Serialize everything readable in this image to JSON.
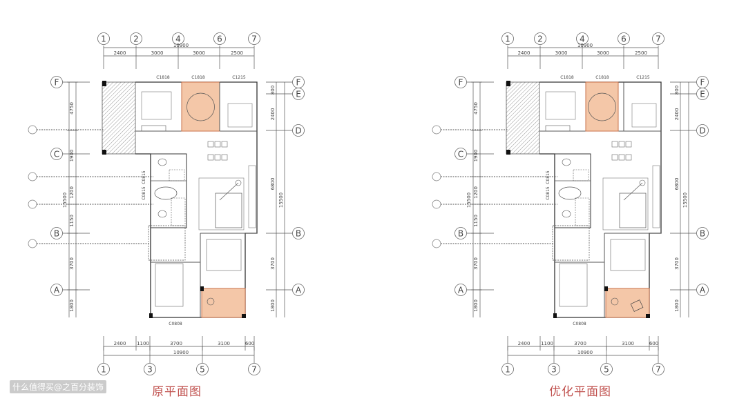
{
  "watermark": "什么值得买@之百分装饰",
  "colors": {
    "highlight": "#f4c7a8",
    "highlight_stroke": "#c8704a",
    "line": "#555555",
    "title": "#c0504d"
  },
  "grid": {
    "top_axes": [
      "1",
      "2",
      "4",
      "6",
      "7"
    ],
    "top_total": "10900",
    "top_segments": [
      "2400",
      "3000",
      "3000",
      "2500"
    ],
    "bottom_axes": [
      "1",
      "3",
      "5",
      "7"
    ],
    "bottom_total": "10900",
    "bottom_segments": [
      "2400",
      "1100",
      "3700",
      "3100",
      "600"
    ],
    "left_rows": [
      "F",
      "C",
      "B",
      "A"
    ],
    "right_rows": [
      "F",
      "E",
      "D",
      "B",
      "A"
    ],
    "left_dims": [
      "4750",
      "1900",
      "1200",
      "1150",
      "3700",
      "1800"
    ],
    "left_total": "15500",
    "right_dims": [
      "800",
      "2400",
      "6800",
      "3700",
      "1800"
    ],
    "right_total": "15500",
    "windows": [
      "C1818",
      "C1818",
      "C1215",
      "C0815",
      "C0815",
      "C0808",
      "C0808"
    ]
  },
  "plans": [
    {
      "title": "原平面图",
      "variant": "original"
    },
    {
      "title": "优化平面图",
      "variant": "optimized"
    }
  ]
}
